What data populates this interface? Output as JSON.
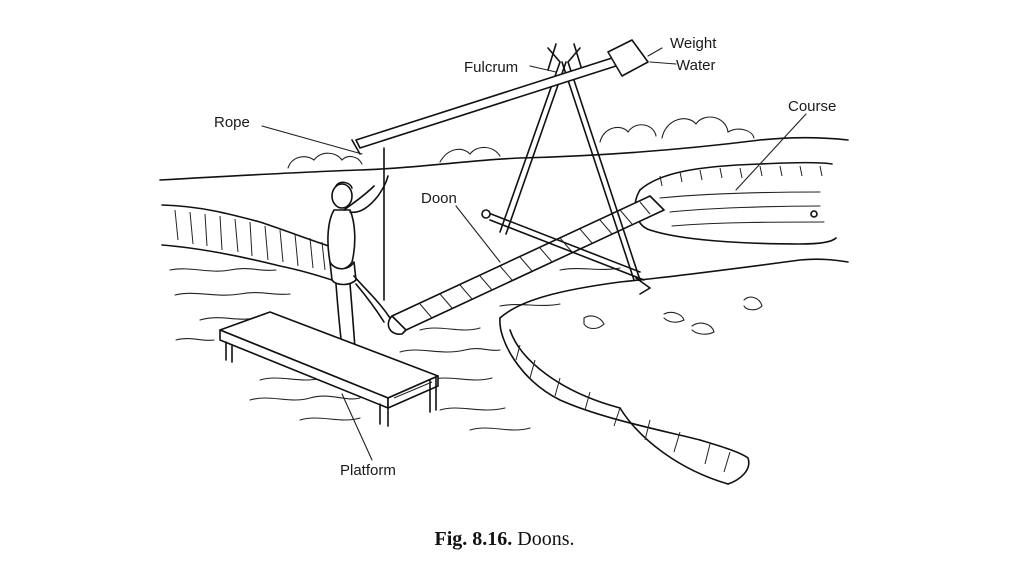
{
  "labels": {
    "fulcrum": "Fulcrum",
    "weight": "Weight",
    "water": "Water",
    "course": "Course",
    "rope": "Rope",
    "doon": "Doon",
    "platform": "Platform"
  },
  "caption": {
    "number": "Fig. 8.16.",
    "title": "Doons."
  }
}
